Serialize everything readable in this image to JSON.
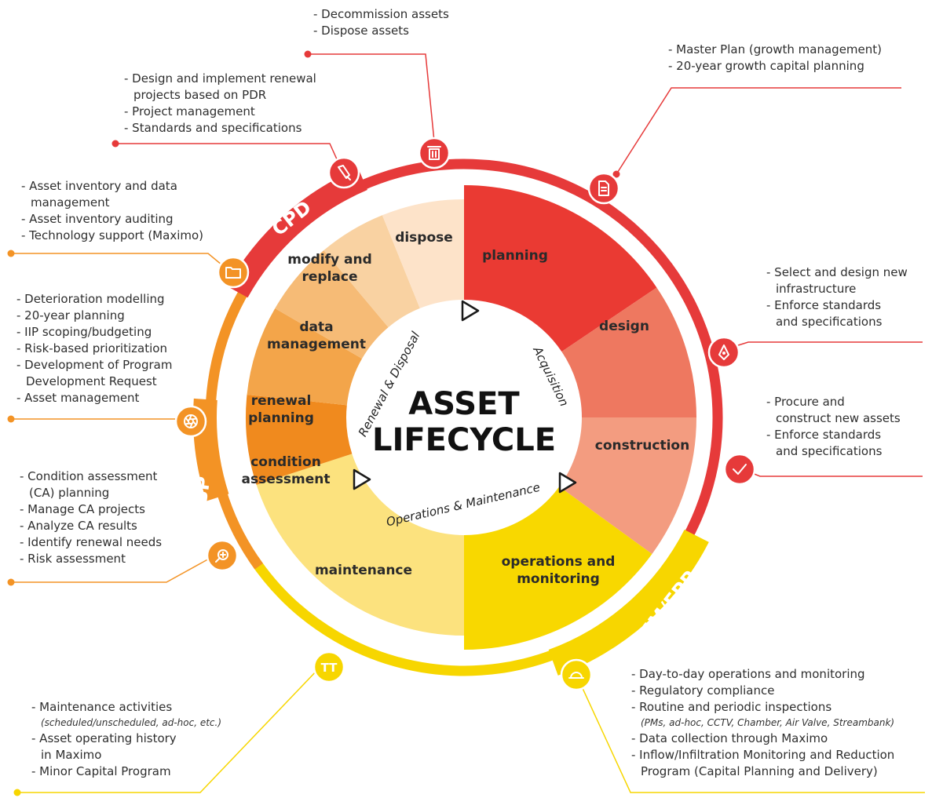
{
  "title": {
    "line1": "ASSET",
    "line2": "LIFECYCLE"
  },
  "phases": {
    "acquisition": "Acquisition",
    "operations": "Operations & Maintenance",
    "renewal": "Renewal & Disposal"
  },
  "groups": {
    "cpd": "CPD",
    "sbp": "SBP",
    "omm": "OMM/EPP"
  },
  "colors": {
    "cpd": "#e63a3a",
    "sbp": "#f39325",
    "omm": "#f7d600",
    "planning": "#ea3a33",
    "design": "#ee7860",
    "construction": "#f39c80",
    "operations": "#f8d800",
    "maintenance": "#fce27e",
    "condition": "#f08a1e",
    "renewal": "#f3a54a",
    "data": "#f6bb76",
    "modify": "#f9d2a2",
    "dispose": "#fde3c9"
  },
  "segments": {
    "planning": [
      "planning"
    ],
    "design": [
      "design"
    ],
    "construction": [
      "construction"
    ],
    "operations": [
      "operations and",
      "monitoring"
    ],
    "maintenance": [
      "maintenance"
    ],
    "condition": [
      "condition",
      "assessment"
    ],
    "renewal": [
      "renewal",
      "planning"
    ],
    "data": [
      "data",
      "management"
    ],
    "modify": [
      "modify and",
      "replace"
    ],
    "dispose": [
      "dispose"
    ]
  },
  "icons": {
    "dispose": "trash-icon",
    "planning": "document-icon",
    "design": "pen-tool-icon",
    "construction": "checkmark-icon",
    "operations": "hard-hat-icon",
    "maintenance": "tools-icon",
    "condition": "magnifier-plus-icon",
    "renewal": "aperture-icon",
    "data": "folder-icon",
    "modify": "flashlight-icon"
  },
  "notes": {
    "dispose": [
      "- Decommission assets",
      "- Dispose assets"
    ],
    "planning": [
      "- Master Plan (growth management)",
      "- 20-year growth capital planning"
    ],
    "modify": [
      "- Design and implement renewal",
      "  projects based on PDR",
      "- Project management",
      "- Standards and specifications"
    ],
    "data": [
      "- Asset inventory and data",
      "  management",
      "- Asset inventory auditing",
      "- Technology support (Maximo)"
    ],
    "design": [
      "- Select and design new",
      "  infrastructure",
      "- Enforce standards",
      "  and specifications"
    ],
    "renewal": [
      "- Deterioration modelling",
      "- 20-year planning",
      "- IIP scoping/budgeting",
      "- Risk-based prioritization",
      "- Development of Program",
      "  Development Request",
      "- Asset management"
    ],
    "construction": [
      "- Procure and",
      "  construct new assets",
      "- Enforce standards",
      "  and specifications"
    ],
    "condition": [
      "- Condition assessment",
      "  (CA) planning",
      "- Manage CA projects",
      "- Analyze CA results",
      "- Identify renewal needs",
      "- Risk assessment"
    ],
    "maintenance": {
      "l1": "- Maintenance activities",
      "l1_sub": "(scheduled/unscheduled, ad-hoc, etc.)",
      "l2": "- Asset operating history",
      "l2b": "in Maximo",
      "l3": "- Minor Capital Program"
    },
    "operations": {
      "l1": "- Day-to-day operations and monitoring",
      "l2": "- Regulatory compliance",
      "l3": "- Routine and periodic inspections",
      "l3_sub": "(PMs, ad-hoc, CCTV, Chamber, Air Valve, Streambank)",
      "l4": "- Data collection through Maximo",
      "l5": "- Inflow/Infiltration Monitoring and Reduction",
      "l5b": "Program (Capital Planning and Delivery)"
    }
  }
}
